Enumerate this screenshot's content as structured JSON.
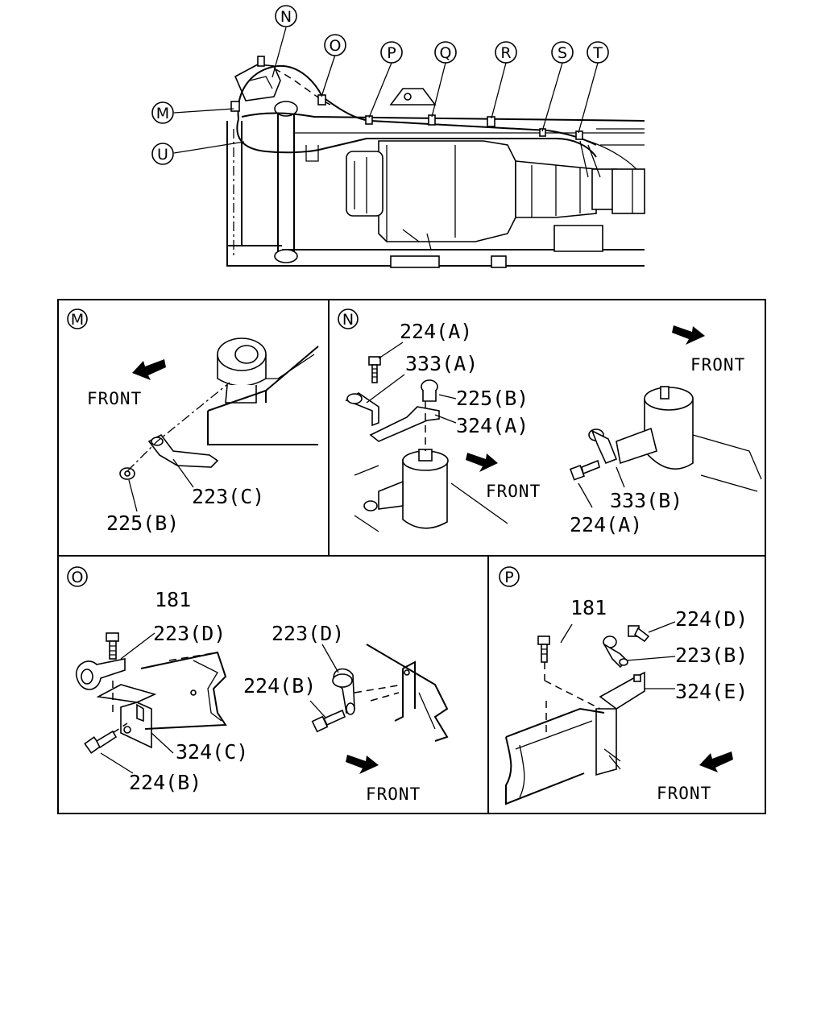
{
  "overview": {
    "callouts": [
      "N",
      "O",
      "P",
      "Q",
      "R",
      "S",
      "T",
      "M",
      "U"
    ]
  },
  "panels": {
    "M": {
      "id": "M",
      "front": "FRONT",
      "parts": [
        "223(C)",
        "225(B)"
      ]
    },
    "N": {
      "id": "N",
      "front_top": "FRONT",
      "front_mid": "FRONT",
      "parts": [
        "224(A)",
        "333(A)",
        "225(B)",
        "324(A)",
        "333(B)",
        "224(A)"
      ]
    },
    "O": {
      "id": "O",
      "front": "FRONT",
      "parts": [
        "181",
        "223(D)",
        "324(C)",
        "224(B)",
        "223(D)",
        "224(B)"
      ]
    },
    "P": {
      "id": "P",
      "front": "FRONT",
      "parts": [
        "181",
        "224(D)",
        "223(B)",
        "324(E)"
      ]
    }
  }
}
